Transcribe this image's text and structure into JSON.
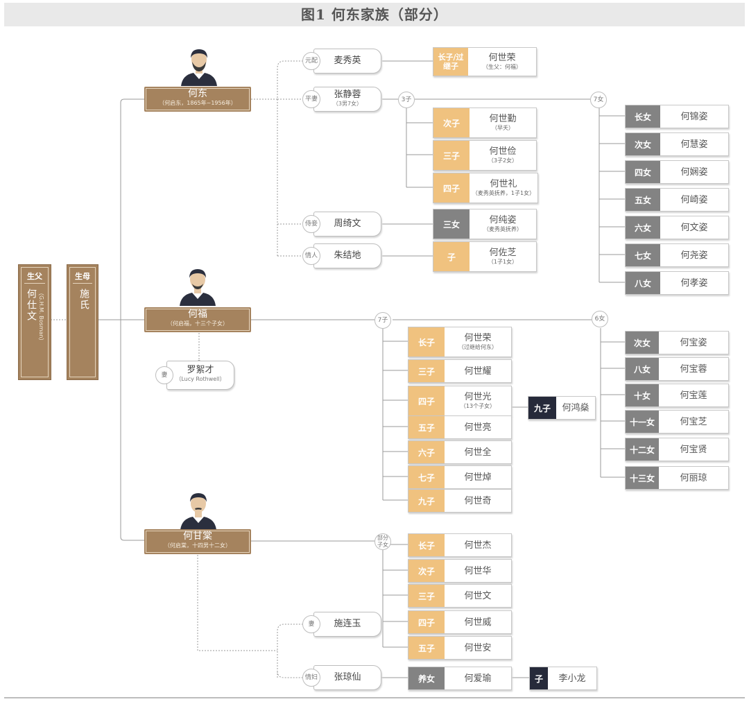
{
  "title": "图1 何东家族（部分）",
  "father": {
    "label": "生父",
    "name": "何仕文",
    "note": "（G.H.M. Bosman）"
  },
  "mother": {
    "label": "生母",
    "name": "施氏"
  },
  "brothers": [
    {
      "name": "何东",
      "sub": "（何启东，1865年~1956年）"
    },
    {
      "name": "何福",
      "sub": "（何启福，十三个子女）"
    },
    {
      "name": "何甘棠",
      "sub": "（何启棠，十四男十二女）"
    }
  ],
  "hedong": {
    "spouses": [
      {
        "role": "元配",
        "name": "麦秀英",
        "sub": ""
      },
      {
        "role": "平妻",
        "name": "张静蓉",
        "sub": "（3男7女）"
      },
      {
        "role": "侍妾",
        "name": "周绮文",
        "sub": ""
      },
      {
        "role": "情人",
        "name": "朱结地",
        "sub": ""
      }
    ],
    "adopted": {
      "tag": "长子/过继子",
      "name": "何世荣",
      "sub": "（生父：何福）"
    },
    "sons_count": "3子",
    "sons": [
      {
        "tag": "次子",
        "name": "何世勤",
        "sub": "（早夭）"
      },
      {
        "tag": "三子",
        "name": "何世俭",
        "sub": "（3子2女）"
      },
      {
        "tag": "四子",
        "name": "何世礼",
        "sub": "（麦秀英抚养，1子1女）"
      }
    ],
    "daughters_count": "7女",
    "daughters": [
      {
        "tag": "长女",
        "name": "何锦姿"
      },
      {
        "tag": "次女",
        "name": "何慧姿"
      },
      {
        "tag": "四女",
        "name": "何娴姿"
      },
      {
        "tag": "五女",
        "name": "何崎姿"
      },
      {
        "tag": "六女",
        "name": "何文姿"
      },
      {
        "tag": "七女",
        "name": "何尧姿"
      },
      {
        "tag": "八女",
        "name": "何孝姿"
      }
    ],
    "zhou_child": {
      "tag": "三女",
      "name": "何纯姿",
      "sub": "（麦秀英抚养）"
    },
    "zhu_child": {
      "tag": "子",
      "name": "何佐芝",
      "sub": "（1子1女）"
    }
  },
  "hefu": {
    "spouse": {
      "role": "妻",
      "name": "罗絮才",
      "sub": "（Lucy Rothwell）"
    },
    "sons_count": "7子",
    "sons": [
      {
        "tag": "长子",
        "name": "何世荣",
        "sub": "（过继给何东）"
      },
      {
        "tag": "三子",
        "name": "何世耀",
        "sub": ""
      },
      {
        "tag": "四子",
        "name": "何世光",
        "sub": "（13个子女）"
      },
      {
        "tag": "五子",
        "name": "何世亮",
        "sub": ""
      },
      {
        "tag": "六子",
        "name": "何世全",
        "sub": ""
      },
      {
        "tag": "七子",
        "name": "何世焯",
        "sub": ""
      },
      {
        "tag": "九子",
        "name": "何世奇",
        "sub": ""
      }
    ],
    "grandson": {
      "tag": "九子",
      "name": "何鸿燊"
    },
    "daughters_count": "6女",
    "daughters": [
      {
        "tag": "次女",
        "name": "何宝姿"
      },
      {
        "tag": "八女",
        "name": "何宝蓉"
      },
      {
        "tag": "十女",
        "name": "何宝莲"
      },
      {
        "tag": "十一女",
        "name": "何宝芝"
      },
      {
        "tag": "十二女",
        "name": "何宝贤"
      },
      {
        "tag": "十三女",
        "name": "何丽琼"
      }
    ]
  },
  "heganyi": {
    "children_count": "部分子女",
    "sons": [
      {
        "tag": "长子",
        "name": "何世杰"
      },
      {
        "tag": "次子",
        "name": "何世华"
      },
      {
        "tag": "三子",
        "name": "何世文"
      },
      {
        "tag": "四子",
        "name": "何世威"
      },
      {
        "tag": "五子",
        "name": "何世安"
      }
    ],
    "spouses": [
      {
        "role": "妻",
        "name": "施连玉"
      },
      {
        "role": "情妇",
        "name": "张琼仙"
      }
    ],
    "adopted_daughter": {
      "tag": "养女",
      "name": "何爱瑜"
    },
    "grandchild": {
      "tag": "子",
      "name": "李小龙"
    }
  },
  "colors": {
    "brown": "#a5835e",
    "gold": "#f0c27f",
    "gray": "#838383",
    "navy": "#262a3a",
    "line": "#9a9a9a"
  }
}
